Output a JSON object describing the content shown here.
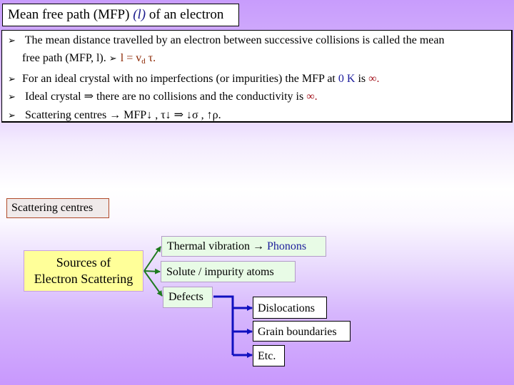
{
  "title": {
    "text_before": "Mean free path (MFP) ",
    "symbol": "(l)",
    "text_after": " of an electron"
  },
  "bullets": [
    {
      "line1": "The mean distance travelled by an electron between successive collisions is called the mean",
      "line2_text": "free path (MFP, l). ",
      "line2_formula": "l = v",
      "line2_sub": "d",
      "line2_formula_end": " τ."
    },
    {
      "text_before": "For an ideal crystal with no imperfections (or impurities) the MFP at ",
      "highlight": "0 K",
      "text_mid": " is ",
      "symbol": "∞."
    },
    {
      "text_before": "Ideal crystal ⇒ there are no collisions and the conductivity is ",
      "symbol": "∞."
    },
    {
      "text": "Scattering centres → MFP↓ , τ↓ ⇒ ↓σ , ↑ρ."
    }
  ],
  "bullet_glyph": "➢",
  "diagram": {
    "label": "Scattering centres",
    "root": {
      "line1": "Sources of",
      "line2": "Electron Scattering"
    },
    "children": [
      {
        "text": "Thermal vibration → ",
        "highlight": "Phonons"
      },
      {
        "text": "Solute / impurity  atoms"
      },
      {
        "text": "Defects"
      }
    ],
    "defect_children": [
      "Dislocations",
      "Grain boundaries",
      "Etc."
    ]
  },
  "colors": {
    "background_purple": "#c89cfc",
    "green_arrow": "#1e7a1e",
    "blue_arrow": "#1010c0",
    "navy_text": "#1c1c9c",
    "red_symbol": "#a3141d",
    "brown_formula": "#8b2500",
    "yellow_box": "#ffff99",
    "green_box": "#e8fbe6"
  }
}
